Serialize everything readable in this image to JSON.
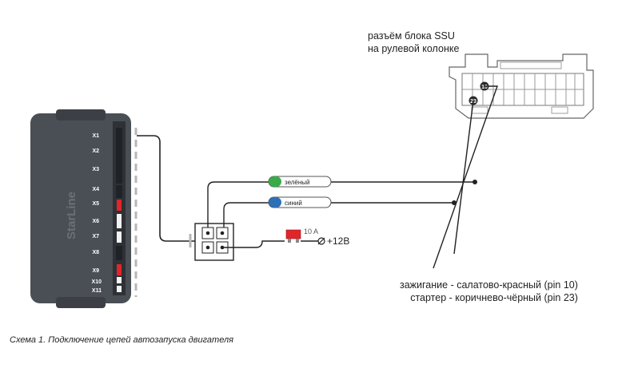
{
  "ssu_connector": {
    "title_line1": "разъём блока SSU",
    "title_line2": "на рулевой колонке",
    "pin_a": "10",
    "pin_b": "23"
  },
  "main_unit": {
    "brand": "StarLine",
    "ports": [
      "X1",
      "X2",
      "X3",
      "X4",
      "X5",
      "X6",
      "X7",
      "X8",
      "X9",
      "X10",
      "X11"
    ]
  },
  "wires": {
    "green_label": "зелёный",
    "blue_label": "синий",
    "green_color": "#3aaa48",
    "blue_color": "#2f6fb5"
  },
  "fuse": {
    "rating": "10 A",
    "supply": "+12В",
    "color": "#e0262b"
  },
  "legend": {
    "ignition": "зажигание - салатово-красный (pin 10)",
    "starter": "стартер - коричнево-чёрный (pin 23)"
  },
  "caption": "Схема 1. Подключение цепей автозапуска двигателя"
}
